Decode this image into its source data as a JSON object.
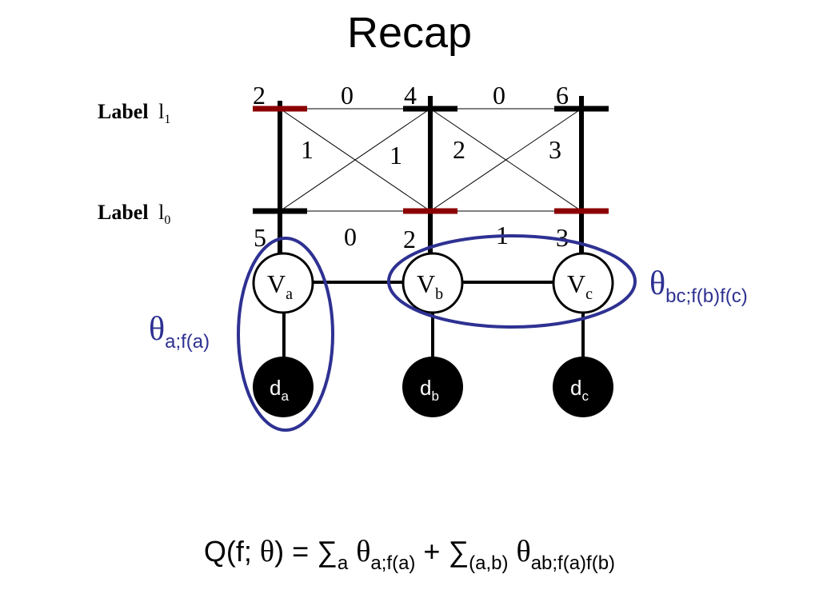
{
  "title": "Recap",
  "labels": {
    "l1": {
      "word": "Label",
      "letter": "l",
      "sub": "1"
    },
    "l0": {
      "word": "Label",
      "letter": "l",
      "sub": "0"
    }
  },
  "unary_top": [
    "2",
    "4",
    "6"
  ],
  "unary_bottom": [
    "5",
    "2",
    "3"
  ],
  "pairwise_top": [
    "0",
    "0"
  ],
  "pairwise_cross": [
    "1",
    "1",
    "2",
    "3"
  ],
  "pairwise_bottom": [
    "0",
    "1"
  ],
  "nodes": [
    {
      "letter": "V",
      "sub": "a"
    },
    {
      "letter": "V",
      "sub": "b"
    },
    {
      "letter": "V",
      "sub": "c"
    }
  ],
  "data_nodes": [
    {
      "letter": "d",
      "sub": "a"
    },
    {
      "letter": "d",
      "sub": "b"
    },
    {
      "letter": "d",
      "sub": "c"
    }
  ],
  "theta_unary": {
    "symbol": "θ",
    "sub": "a;f(a)"
  },
  "theta_pair": {
    "symbol": "θ",
    "sub": "bc;f(b)f(c)"
  },
  "formula": {
    "lhs": "Q(f; ",
    "theta": "θ",
    "eq": ") = ",
    "sum1": "∑",
    "sum1_sub": "a",
    "theta1": "θ",
    "theta1_sub": "a;f(a)",
    "plus": " + ",
    "sum2": "∑",
    "sum2_sub": "(a,b)",
    "theta2": "θ",
    "theta2_sub": "ab;f(a)f(b)"
  },
  "colors": {
    "ellipse": "#2e3192",
    "label_red": "#8b0000",
    "node_fill": "#000000"
  }
}
